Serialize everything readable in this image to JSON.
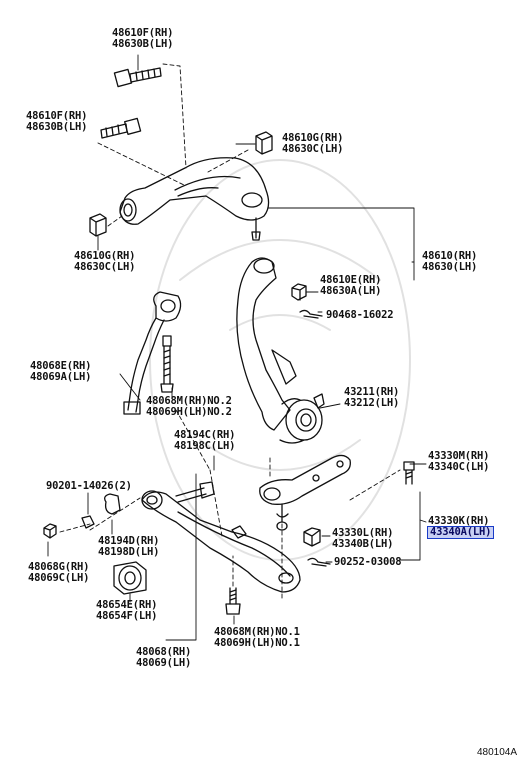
{
  "diagram": {
    "figure_code": "480104A",
    "colors": {
      "ink": "#111111",
      "highlight_fill": "#c8d0f4",
      "highlight_border": "#1a3cc8"
    },
    "labels": [
      {
        "id": "l1",
        "lines": [
          "48610F(RH)",
          "48630B(LH)"
        ]
      },
      {
        "id": "l2",
        "lines": [
          "48610F(RH)",
          "48630B(LH)"
        ]
      },
      {
        "id": "l3",
        "lines": [
          "48610G(RH)",
          "48630C(LH)"
        ]
      },
      {
        "id": "l4",
        "lines": [
          "48610G(RH)",
          "48630C(LH)"
        ]
      },
      {
        "id": "l5",
        "lines": [
          "48610E(RH)",
          "48630A(LH)"
        ]
      },
      {
        "id": "l6",
        "lines": [
          "48610(RH)",
          "48630(LH)"
        ]
      },
      {
        "id": "l7",
        "lines": [
          "90468-16022"
        ]
      },
      {
        "id": "l8",
        "lines": [
          "48068E(RH)",
          "48069A(LH)"
        ]
      },
      {
        "id": "l9",
        "lines": [
          "48068M(RH)NO.2",
          "48069H(LH)NO.2"
        ]
      },
      {
        "id": "l10",
        "lines": [
          "43211(RH)",
          "43212(LH)"
        ]
      },
      {
        "id": "l11",
        "lines": [
          "48194C(RH)",
          "48198C(LH)"
        ]
      },
      {
        "id": "l12",
        "lines": [
          "43330M(RH)",
          "43340C(LH)"
        ]
      },
      {
        "id": "l13",
        "lines": [
          "90201-14026(2)"
        ]
      },
      {
        "id": "l14",
        "lines": [
          "48194D(RH)",
          "48198D(LH)"
        ]
      },
      {
        "id": "l15",
        "lines": [
          "48068G(RH)",
          "48069C(LH)"
        ]
      },
      {
        "id": "l16",
        "lines": [
          "43330L(RH)",
          "43340B(LH)"
        ]
      },
      {
        "id": "l17",
        "lines": [
          "43330K(RH)",
          "43340A(LH)"
        ]
      },
      {
        "id": "l18",
        "lines": [
          "90252-03008"
        ]
      },
      {
        "id": "l19",
        "lines": [
          "48654E(RH)",
          "48654F(LH)"
        ]
      },
      {
        "id": "l20",
        "lines": [
          "48068M(RH)NO.1",
          "48069H(LH)NO.1"
        ]
      },
      {
        "id": "l21",
        "lines": [
          "48068(RH)",
          "48069(LH)"
        ]
      }
    ]
  }
}
